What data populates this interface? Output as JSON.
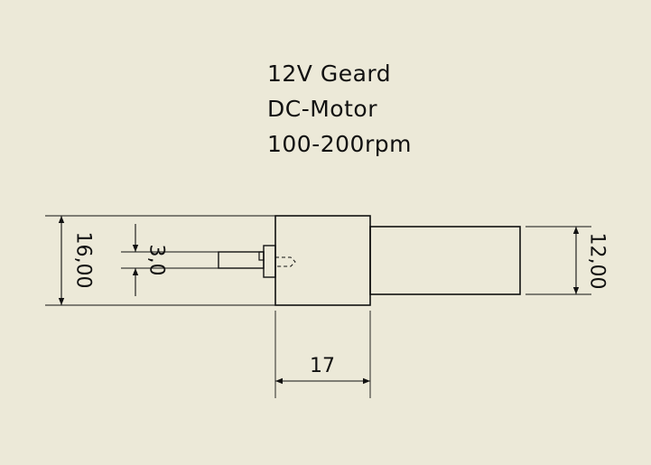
{
  "title": {
    "line1": "12V Geard",
    "line2": "DC-Motor",
    "line3": "100-200rpm"
  },
  "dimensions": {
    "body_height": "16,00",
    "shaft_diameter": "3,0",
    "gearbox_length": "17",
    "motor_height": "12,00"
  }
}
